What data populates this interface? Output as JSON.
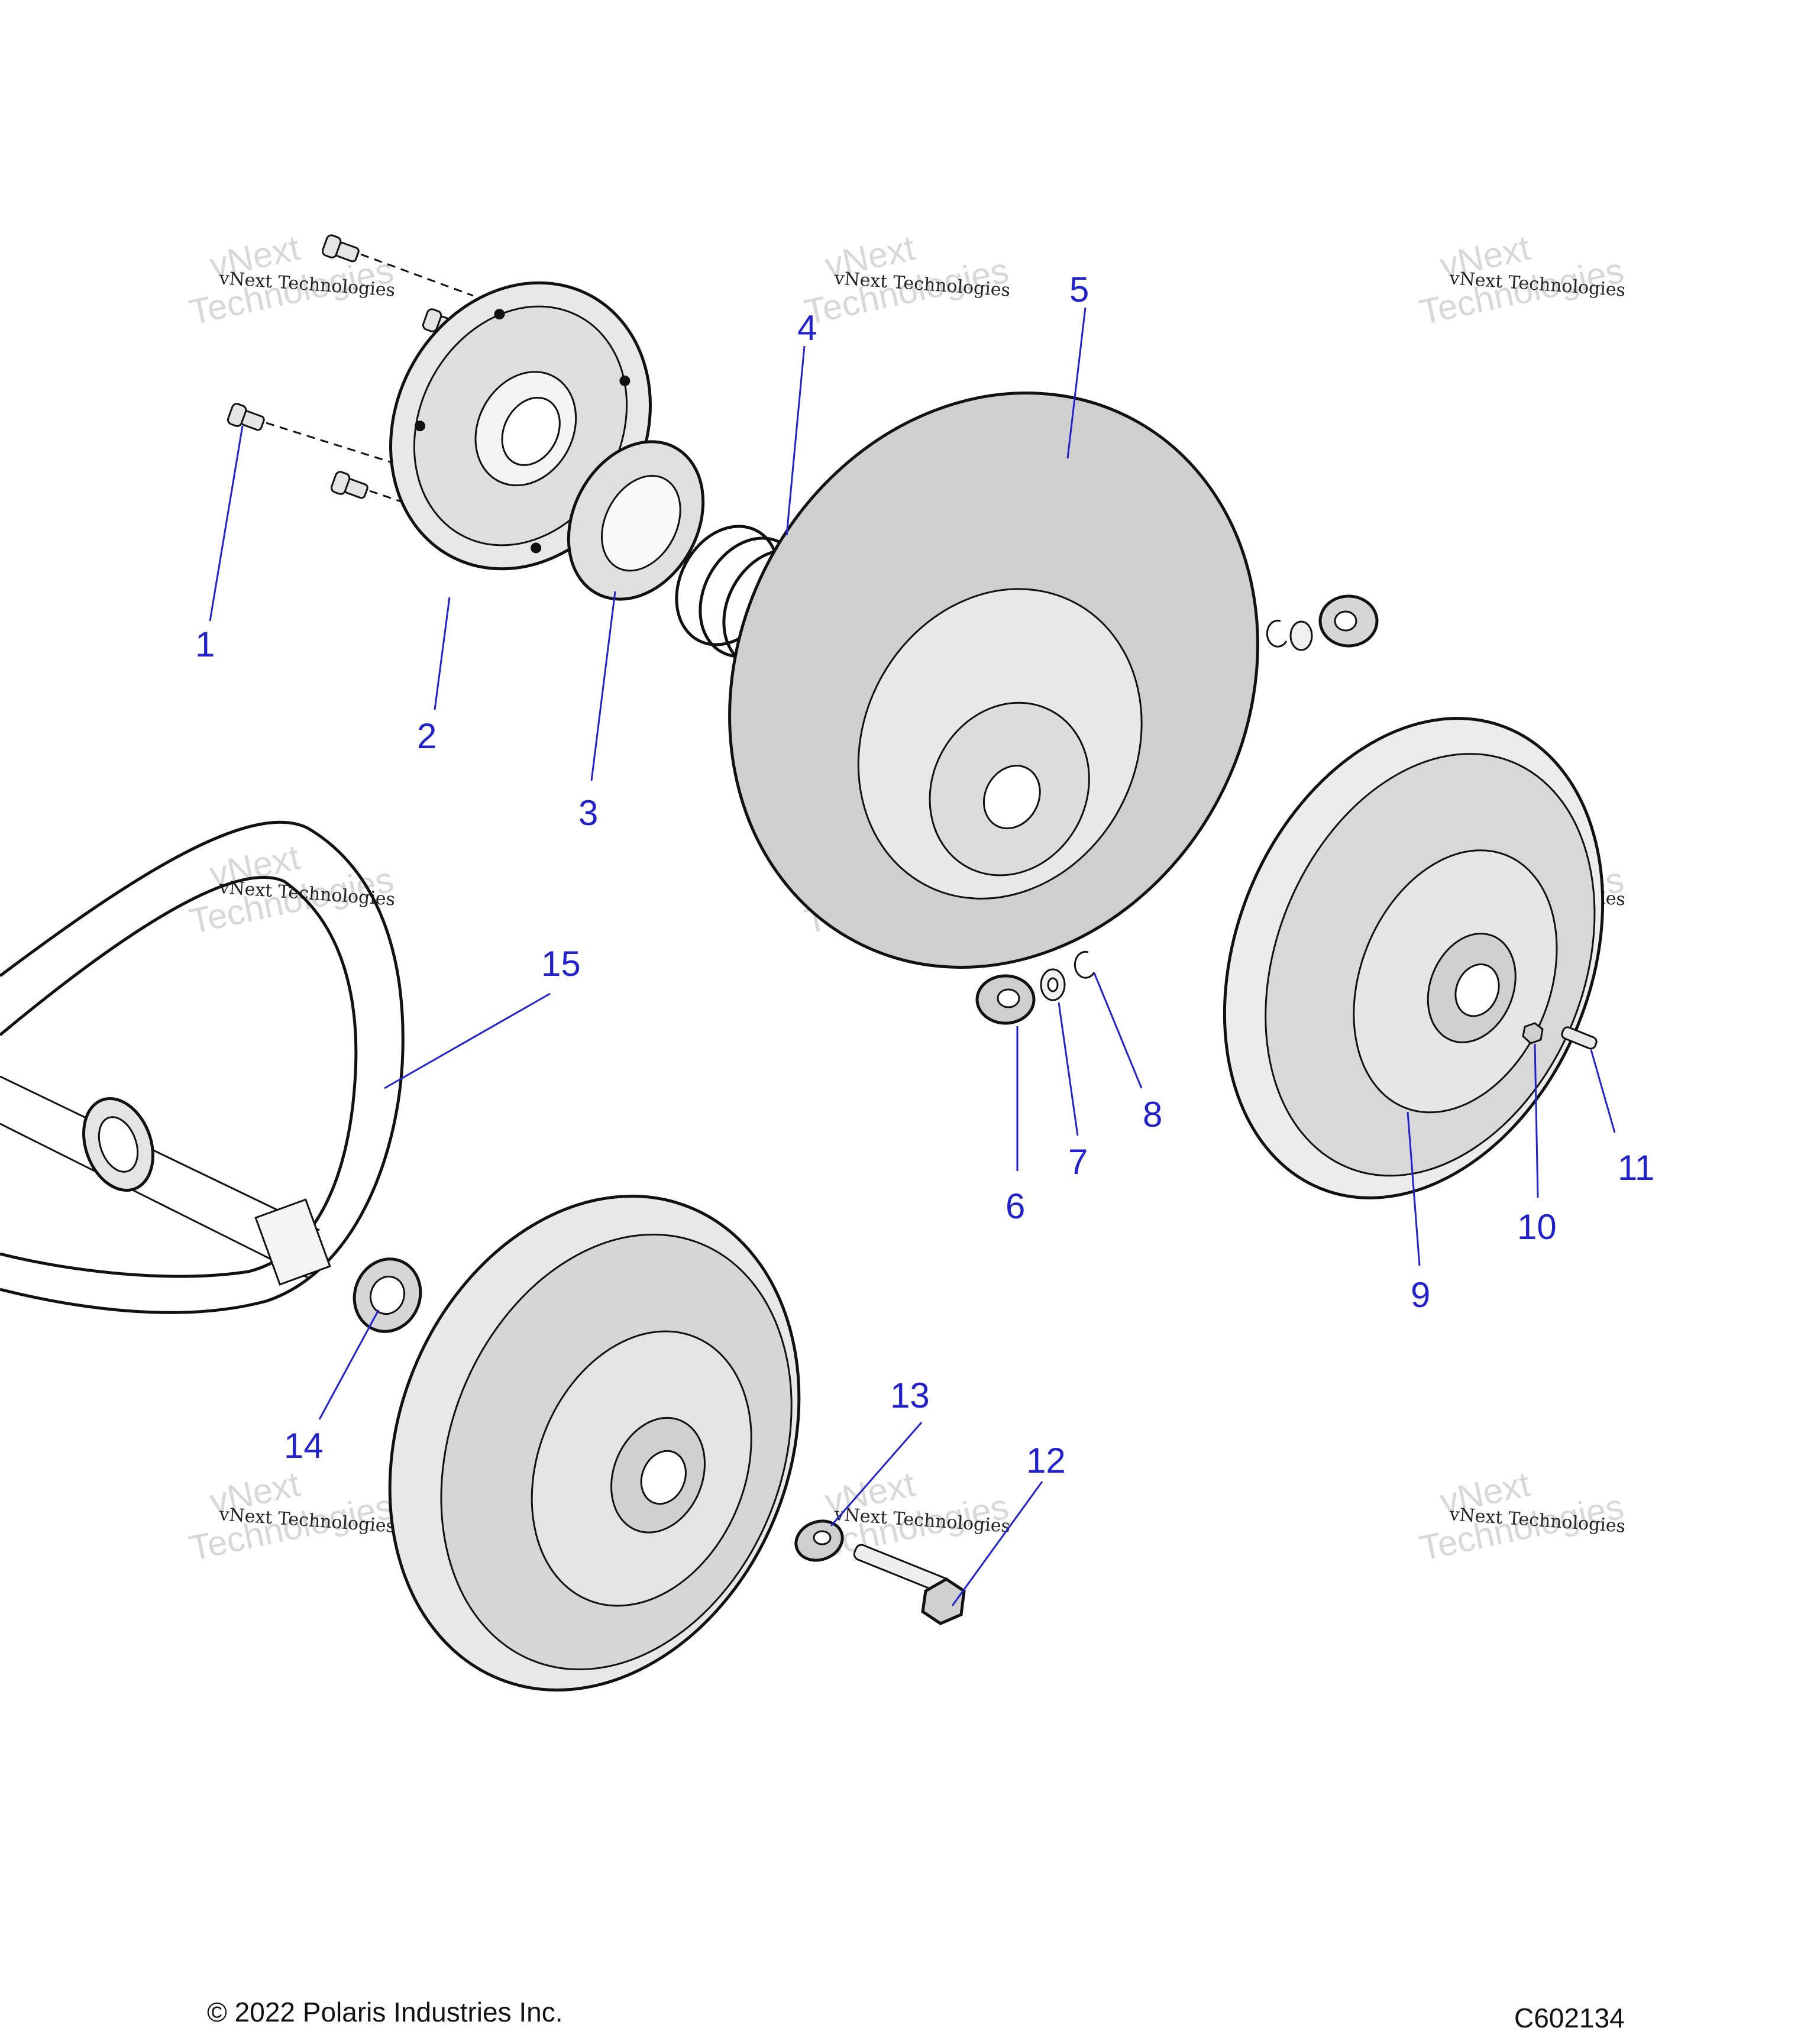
{
  "callouts": [
    {
      "id": "callout-1",
      "label": "1"
    },
    {
      "id": "callout-2",
      "label": "2"
    },
    {
      "id": "callout-3",
      "label": "3"
    },
    {
      "id": "callout-4",
      "label": "4"
    },
    {
      "id": "callout-5",
      "label": "5"
    },
    {
      "id": "callout-6",
      "label": "6"
    },
    {
      "id": "callout-7",
      "label": "7"
    },
    {
      "id": "callout-8",
      "label": "8"
    },
    {
      "id": "callout-9",
      "label": "9"
    },
    {
      "id": "callout-10",
      "label": "10"
    },
    {
      "id": "callout-11",
      "label": "11"
    },
    {
      "id": "callout-12",
      "label": "12"
    },
    {
      "id": "callout-13",
      "label": "13"
    },
    {
      "id": "callout-14",
      "label": "14"
    },
    {
      "id": "callout-15",
      "label": "15"
    }
  ],
  "watermark": {
    "line1": "vNext",
    "line2": "Technologies",
    "small": "vNext Technologies"
  },
  "footer": {
    "copyright": "© 2022 Polaris Industries Inc.",
    "figure_id": "C602134"
  },
  "colors": {
    "callout": "#2222cc",
    "part_fill": "#dcdcdc",
    "line": "#111111"
  }
}
